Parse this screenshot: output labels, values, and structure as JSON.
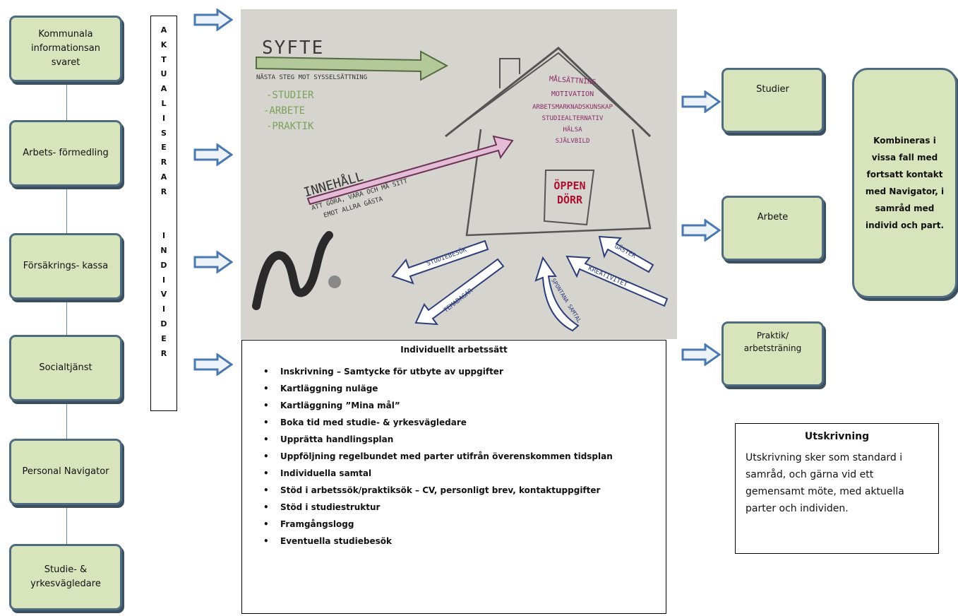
{
  "left_nodes": [
    "Kommunala informationsan svaret",
    "Arbets- förmedling",
    "Försäkrings- kassa",
    "Socialtjänst",
    "Personal Navigator",
    "Studie- & yrkesvägledare"
  ],
  "vertical_letters": [
    "A",
    "K",
    "T",
    "U",
    "A",
    "L",
    "I",
    "S",
    "E",
    "R",
    "A",
    "R",
    "",
    "",
    "I",
    "N",
    "D",
    "I",
    "V",
    "I",
    "D",
    "E",
    "R"
  ],
  "photo": {
    "syfte": "SYFTE",
    "syfte_sub": "NÄSTA STEG MOT SYSSELSÄTTNING",
    "syfte_items": [
      "-STUDIER",
      "-ARBETE",
      "-PRAKTIK"
    ],
    "innehall": "INNEHÅLL",
    "innehall_sub1": "ATT GÖRA, VARA OCH MÅ SITT",
    "innehall_sub2": "EMOT ALLRA GÄSTA",
    "house_lines": [
      "MÅLSÄTTNING",
      "MOTIVATION",
      "ARBETSMARKNADSKUNSKAP",
      "STUDIEALTERNATIV",
      "HÄLSA",
      "SJÄLVBILD"
    ],
    "door": "ÖPPEN DÖRR",
    "arrows": [
      "STUDIEBESÖK",
      "TEMADAGAR",
      "GÄSTER",
      "KREATIVITET",
      "SPONTANA SAMTAL"
    ]
  },
  "individual": {
    "title": "Individuellt arbetssätt",
    "items": [
      "Inskrivning – Samtycke för utbyte av uppgifter",
      "Kartläggning nuläge",
      "Kartläggning ”Mina mål”",
      "Boka tid med studie- & yrkesvägledare",
      "Upprätta handlingsplan",
      "Uppföljning regelbundet med parter utifrån överenskommen tidsplan",
      "Individuella samtal",
      "Stöd i arbetssök/praktiksök – CV, personligt brev, kontaktuppgifter",
      "Stöd i studiestruktur",
      "Framgångslogg",
      "Eventuella studiebesök"
    ]
  },
  "outcomes": [
    "Studier",
    "Arbete",
    "Praktik/ arbetsträning"
  ],
  "combine": "Kombineras i vissa fall med fortsatt kontakt med Navigator, i samråd med individ och part.",
  "utskrivning": {
    "title": "Utskrivning",
    "text": "Utskrivning sker som standard i samråd, och gärna vid ett gemensamt möte, med aktuella parter och individen."
  },
  "colors": {
    "node_fill": "#d8e4bc",
    "node_border": "#4f6b7f",
    "arrow_fill": "#5b8ec9",
    "arrow_stroke": "#4f6b7f"
  }
}
